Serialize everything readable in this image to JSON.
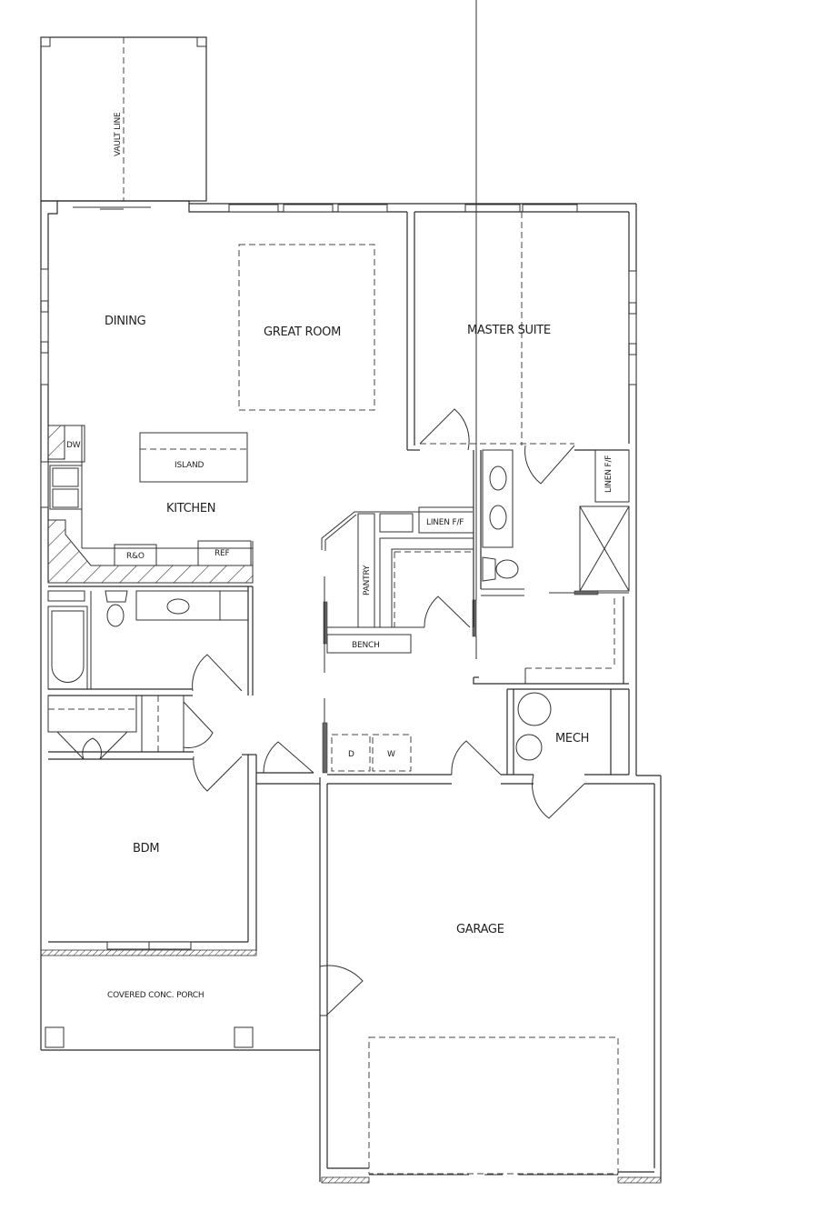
{
  "plan": {
    "title": "Single-story house floor plan",
    "line_color": "#2a2a2a",
    "background": "#ffffff"
  },
  "rooms": {
    "dining": "DINING",
    "great_room": "GREAT ROOM",
    "master_suite": "MASTER SUITE",
    "kitchen": "KITCHEN",
    "bedroom": "BDM",
    "garage": "GARAGE",
    "mech": "MECH",
    "porch": "COVERED CONC. PORCH"
  },
  "annotations": {
    "vault_line": "VAULT LINE",
    "island": "ISLAND",
    "dishwasher": "DW",
    "range_oven": "R&O",
    "refrigerator": "REF",
    "pantry": "PANTRY",
    "linen_hall": "LINEN F/F",
    "linen_master": "LINEN F/F",
    "bench": "BENCH",
    "dryer": "D",
    "washer": "W"
  }
}
